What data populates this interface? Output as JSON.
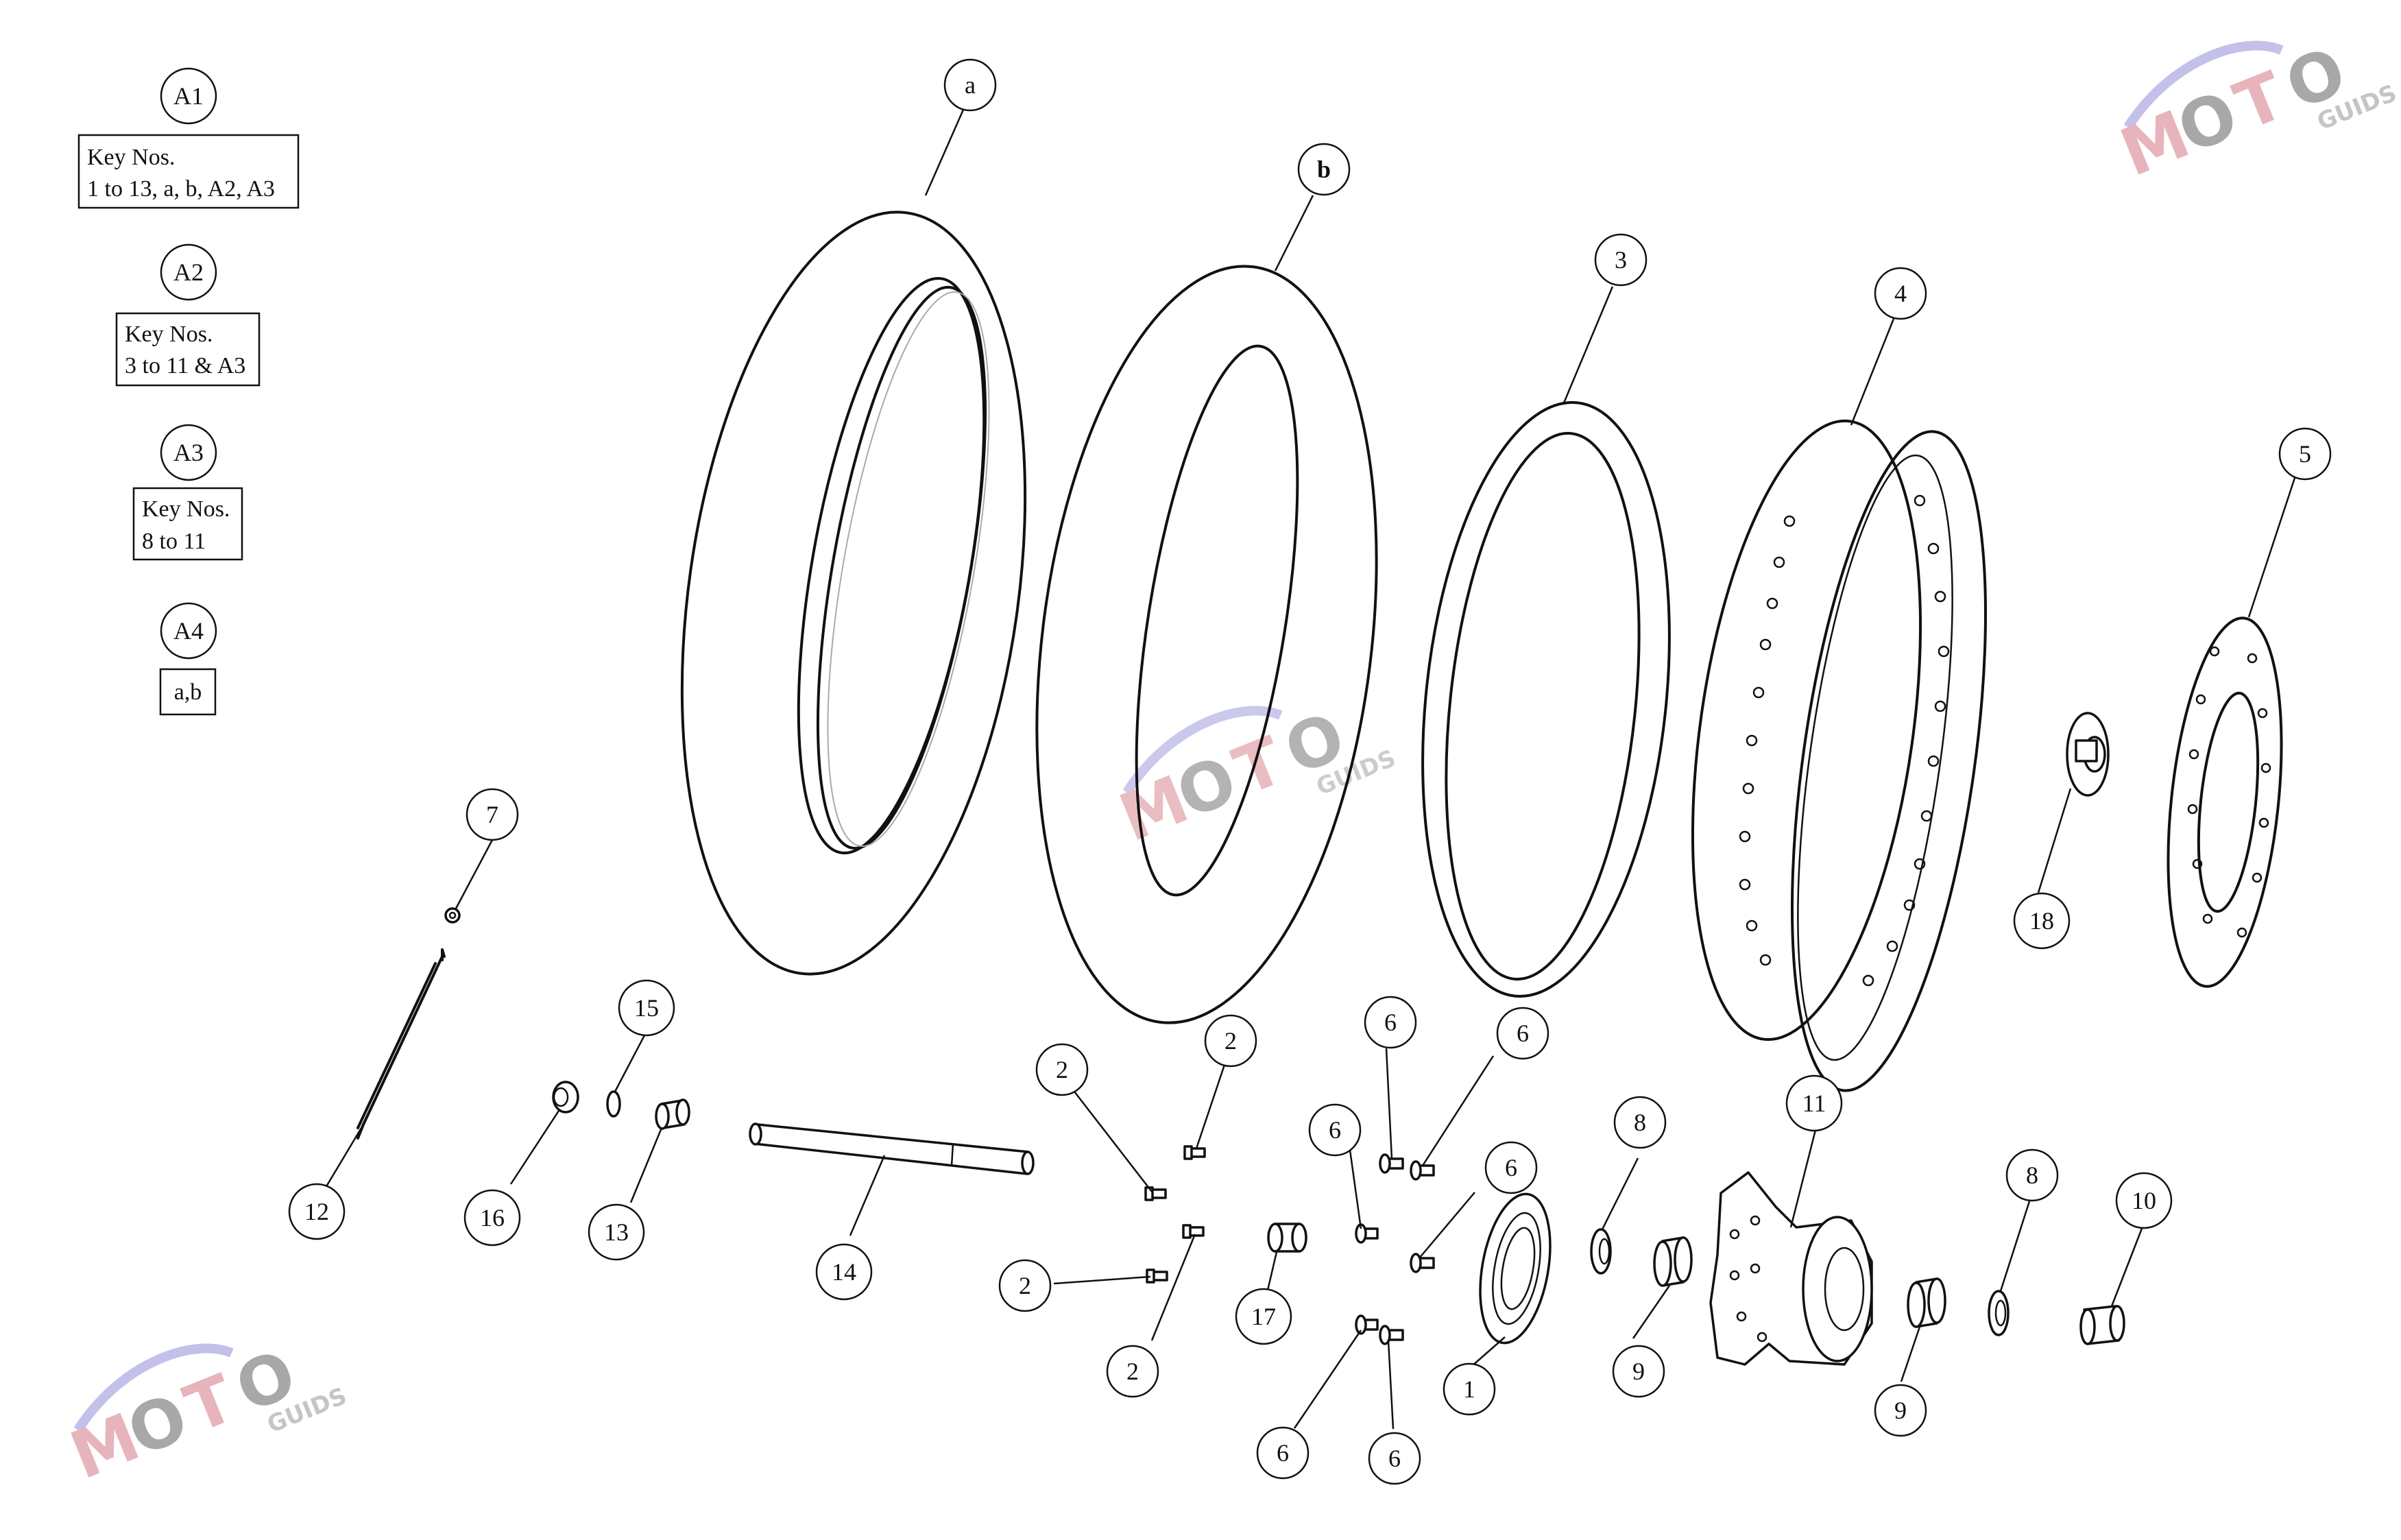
{
  "kits": [
    {
      "label": "A1",
      "lines": [
        "Key Nos.",
        "1 to 13, a, b, A2, A3"
      ]
    },
    {
      "label": "A2",
      "lines": [
        "Key Nos.",
        "3 to 11 & A3"
      ]
    },
    {
      "label": "A3",
      "lines": [
        "Key Nos.",
        "8 to 11"
      ]
    },
    {
      "label": "A4",
      "lines": [
        "a,b"
      ]
    }
  ],
  "callouts": {
    "a": "a",
    "b": "b",
    "p1": "1",
    "p2a": "2",
    "p2b": "2",
    "p2c": "2",
    "p2d": "2",
    "p3": "3",
    "p4": "4",
    "p5": "5",
    "p6a": "6",
    "p6b": "6",
    "p6c": "6",
    "p6d": "6",
    "p6e": "6",
    "p6f": "6",
    "p7": "7",
    "p8a": "8",
    "p8b": "8",
    "p9a": "9",
    "p9b": "9",
    "p10": "10",
    "p11": "11",
    "p12": "12",
    "p13": "13",
    "p14": "14",
    "p15": "15",
    "p16": "16",
    "p17": "17",
    "p18": "18"
  },
  "watermark": {
    "letters": [
      "M",
      "O",
      "T",
      "O"
    ],
    "sub": "GUIDS",
    "colors": {
      "accent": "#e3a7b0",
      "swoosh": "#b9b6e6",
      "gear": "#9a9a9a"
    }
  }
}
